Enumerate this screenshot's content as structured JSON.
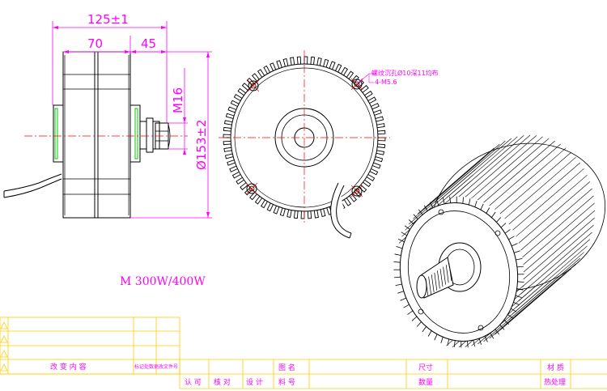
{
  "dimensions": {
    "overall_length": "125±1",
    "body_length": "70",
    "shaft_length": "45",
    "thread": "M16",
    "diameter": "Ø153±2"
  },
  "notes": {
    "hole_note": "螺纹沉孔Ø10深11均布",
    "hole_spec": "4-M5.6"
  },
  "model": "M 300W/400W",
  "title_block": {
    "change_content": "改 变 内 容",
    "change_sign": "标记处数更改文件号",
    "approve": "认 可",
    "check": "核 对",
    "design": "设 计",
    "drawing_name": "图 名",
    "part_no": "料 号",
    "size": "尺寸",
    "quantity": "数量",
    "material": "材 质",
    "heat_treatment": "热处理"
  },
  "colors": {
    "dimension": "#ff00ff",
    "centerline": "#ff0000",
    "title_block": "#ffcc00",
    "outline": "#000000",
    "accent": "#00cc00"
  }
}
